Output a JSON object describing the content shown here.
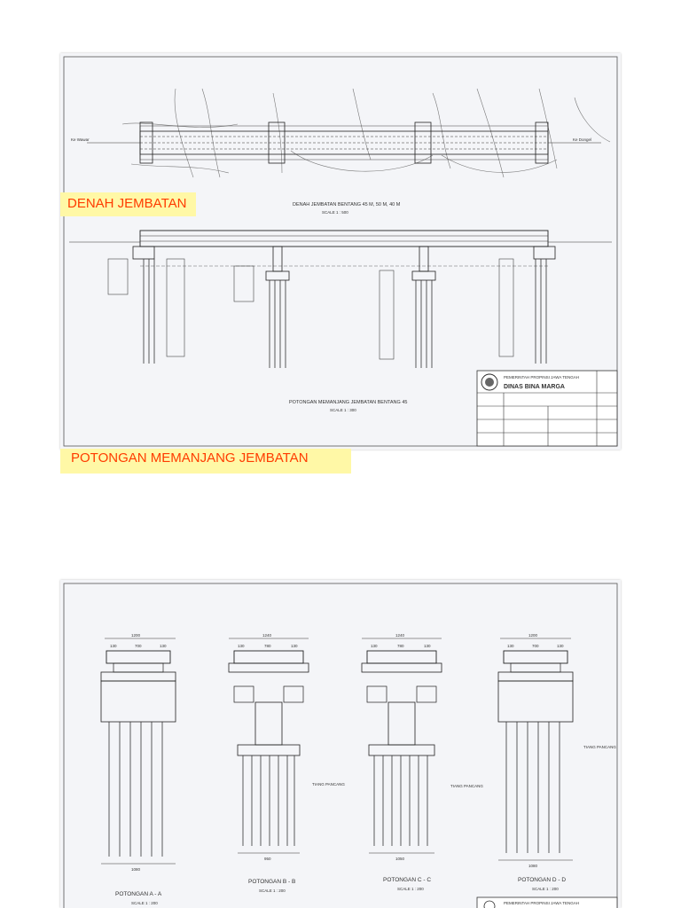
{
  "sheet1": {
    "plan_title": "DENAH JEMBATAN BENTANG 45 M, 50 M, 40 M",
    "plan_scale": "SCALE 1 : 500",
    "left_town": "Ke Wawar",
    "right_town": "Ke Dongel",
    "section_title": "POTONGAN MEMANJANG JEMBATAN BENTANG 45",
    "section_scale": "SCALE 1 : 300",
    "title_block": {
      "agency_small": "PEMERINTAH PROPINSI JAWA TENGAH",
      "agency": "DINAS BINA MARGA"
    }
  },
  "overlays": {
    "denah": "DENAH JEMBATAN",
    "potongan": "POTONGAN MEMANJANG JEMBATAN"
  },
  "sheet2": {
    "sections": [
      {
        "title": "POTONGAN  A - A",
        "scale": "SCALE 1 : 200",
        "top_width": "1200",
        "dims": [
          "130",
          "700",
          "130"
        ],
        "base_width": "1080"
      },
      {
        "title": "POTONGAN  B - B",
        "scale": "SCALE 1 : 200",
        "top_width": "1240",
        "dims": [
          "130",
          "780",
          "130"
        ],
        "base_width": "950"
      },
      {
        "title": "POTONGAN  C - C",
        "scale": "SCALE 1 : 200",
        "top_width": "1240",
        "dims": [
          "130",
          "780",
          "130"
        ],
        "base_width": "1050"
      },
      {
        "title": "POTONGAN  D - D",
        "scale": "SCALE 1 : 200",
        "top_width": "1200",
        "dims": [
          "130",
          "700",
          "130"
        ],
        "base_width": "1080"
      }
    ],
    "pile_note": "TIANG PANCANG",
    "title_block_agency_small": "PEMERINTAH PROPINSI JAWA TENGAH"
  }
}
